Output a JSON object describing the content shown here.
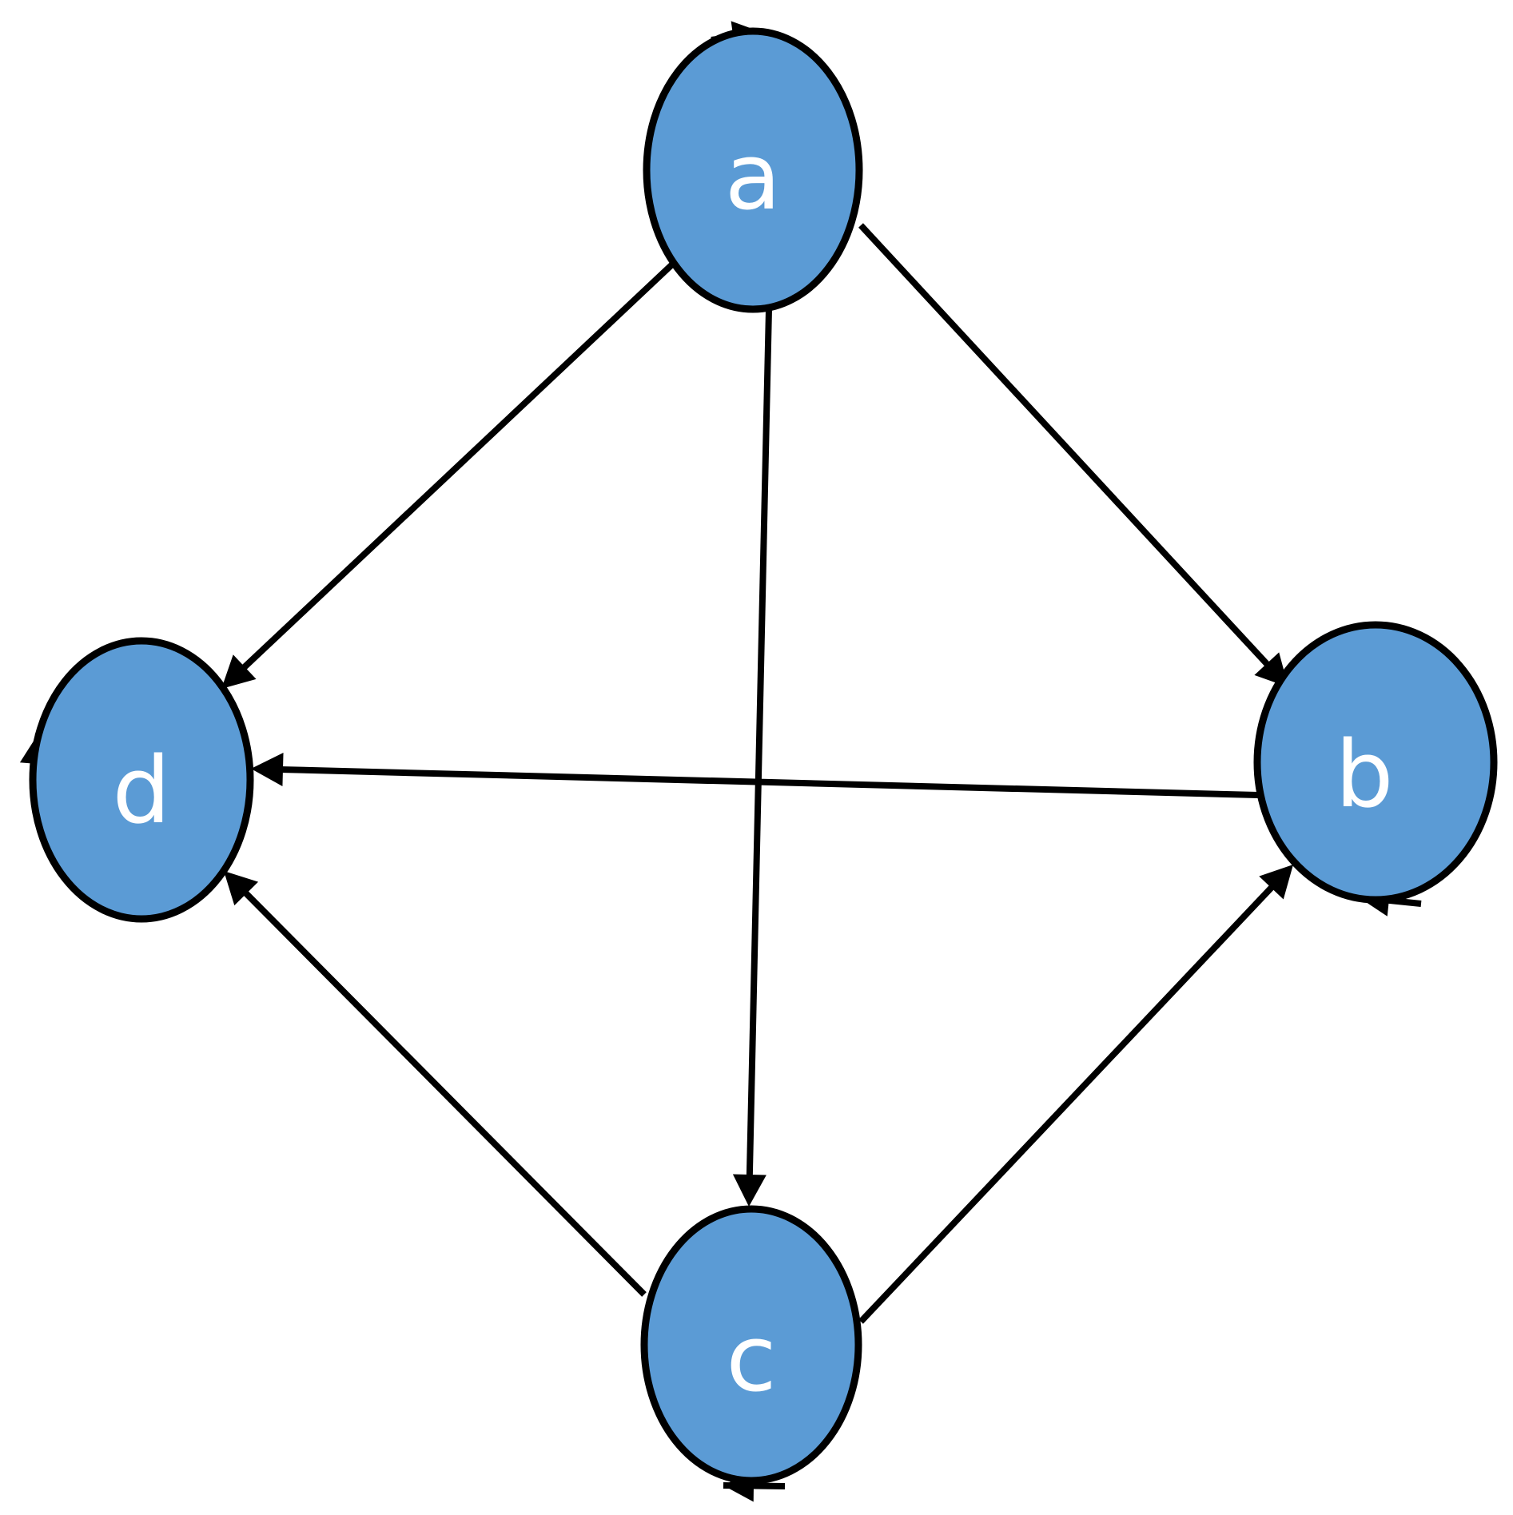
{
  "diagram": {
    "node_fill": "#5b9bd5",
    "node_stroke": "#000000",
    "label_color": "#ffffff",
    "edge_color": "#000000",
    "nodes": [
      {
        "id": "a",
        "label": "a"
      },
      {
        "id": "b",
        "label": "b"
      },
      {
        "id": "c",
        "label": "c"
      },
      {
        "id": "d",
        "label": "d"
      }
    ],
    "edges": [
      {
        "from": "a",
        "to": "a",
        "directed": true,
        "self_loop": true
      },
      {
        "from": "a",
        "to": "b",
        "directed": true
      },
      {
        "from": "a",
        "to": "c",
        "directed": true
      },
      {
        "from": "a",
        "to": "d",
        "directed": true
      },
      {
        "from": "b",
        "to": "b",
        "directed": true,
        "self_loop": true
      },
      {
        "from": "b",
        "to": "d",
        "directed": true
      },
      {
        "from": "c",
        "to": "b",
        "directed": true
      },
      {
        "from": "c",
        "to": "c",
        "directed": true,
        "self_loop": true
      },
      {
        "from": "c",
        "to": "d",
        "directed": true
      },
      {
        "from": "d",
        "to": "d",
        "directed": true,
        "self_loop": true
      }
    ]
  }
}
